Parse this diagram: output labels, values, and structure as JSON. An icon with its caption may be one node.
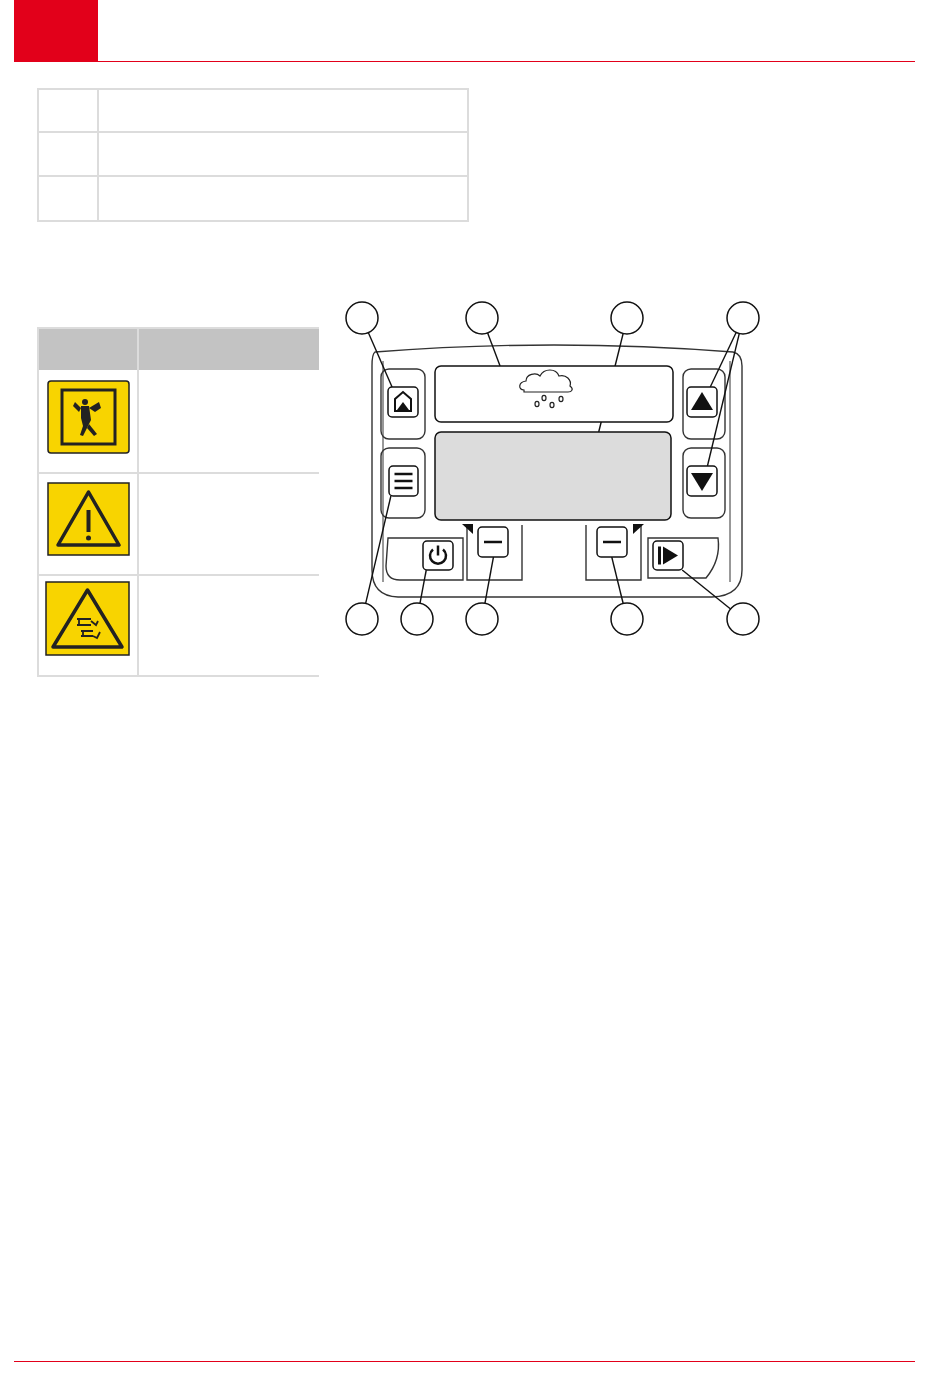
{
  "diagram": {
    "nodes": [
      {
        "text": [],
        "shape": "circle"
      },
      {
        "text": [],
        "shape": "circle"
      },
      {
        "text": [],
        "shape": "circle"
      },
      {
        "text": [],
        "shape": "circle"
      },
      {
        "text": [],
        "shape": "circle"
      },
      {
        "text": [],
        "shape": "circle"
      },
      {
        "text": [],
        "shape": "circle"
      },
      {
        "text": [],
        "shape": "circle"
      },
      {
        "text": [],
        "shape": "circle"
      },
      {
        "text": [],
        "shape": "box"
      },
      {
        "text": [],
        "shape": "box"
      },
      {
        "text": [],
        "shape": "box"
      },
      {
        "text": [],
        "shape": "box"
      },
      {
        "text": [],
        "shape": "box"
      },
      {
        "text": [],
        "shape": "box"
      },
      {
        "text": [],
        "shape": "box"
      },
      {
        "text": [],
        "shape": "box"
      },
      {
        "text": [],
        "shape": "box"
      },
      {
        "text": [],
        "shape": "box"
      }
    ],
    "edges": [
      {
        "from": 0,
        "to": 9,
        "arrow": "none"
      },
      {
        "from": 1,
        "to": 10,
        "arrow": "none"
      },
      {
        "from": 2,
        "to": 11,
        "arrow": "none"
      },
      {
        "from": 3,
        "to": 12,
        "arrow": "none"
      },
      {
        "from": 3,
        "to": 13,
        "arrow": "none"
      },
      {
        "from": 4,
        "to": 14,
        "arrow": "none"
      },
      {
        "from": 5,
        "to": 15,
        "arrow": "none"
      },
      {
        "from": 6,
        "to": 16,
        "arrow": "none"
      },
      {
        "from": 7,
        "to": 17,
        "arrow": "none"
      },
      {
        "from": 8,
        "to": 18,
        "arrow": "none"
      }
    ]
  }
}
